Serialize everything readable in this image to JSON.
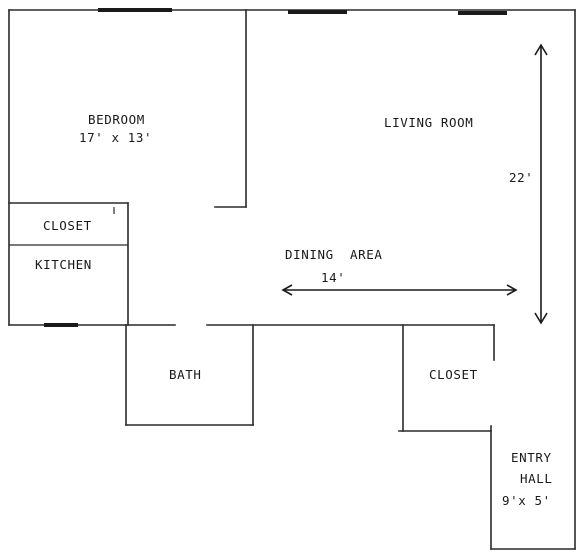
{
  "rooms": {
    "bedroom": {
      "name": "BEDROOM",
      "size": "17' x 13'"
    },
    "living_room": {
      "name": "LIVING ROOM"
    },
    "closet_bedroom": {
      "name": "CLOSET"
    },
    "kitchen": {
      "name": "KITCHEN"
    },
    "dining_area": {
      "name": "DINING  AREA"
    },
    "bath": {
      "name": "BATH"
    },
    "closet_hall": {
      "name": "CLOSET"
    },
    "entry_hall": {
      "name_line1": "ENTRY",
      "name_line2": "HALL",
      "size": "9'x 5'"
    }
  },
  "dimensions": {
    "living_room_length": "22'",
    "dining_width": "14'"
  }
}
